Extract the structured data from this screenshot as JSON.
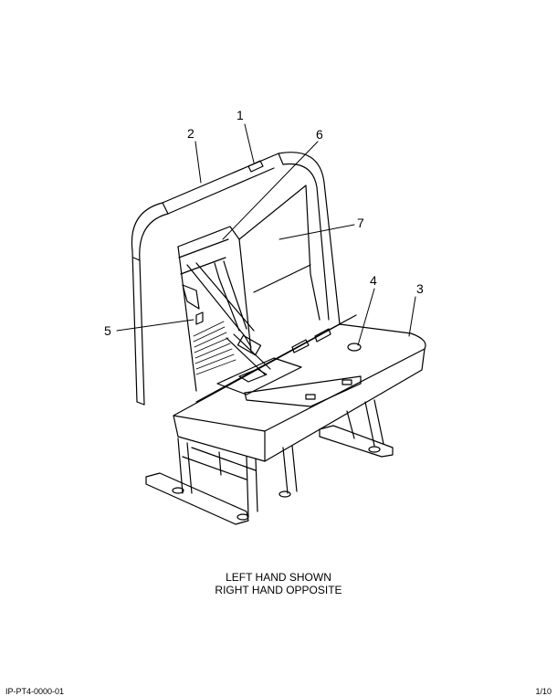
{
  "callouts": {
    "c1": "1",
    "c2": "2",
    "c3": "3",
    "c4": "4",
    "c5": "5",
    "c6": "6",
    "c7": "7"
  },
  "caption": {
    "line1": "LEFT HAND SHOWN",
    "line2": "RIGHT HAND OPPOSITE"
  },
  "footer": {
    "left": "IP-PT4-0000-01",
    "right": "1/10"
  },
  "colors": {
    "line": "#000000",
    "background": "#ffffff"
  }
}
